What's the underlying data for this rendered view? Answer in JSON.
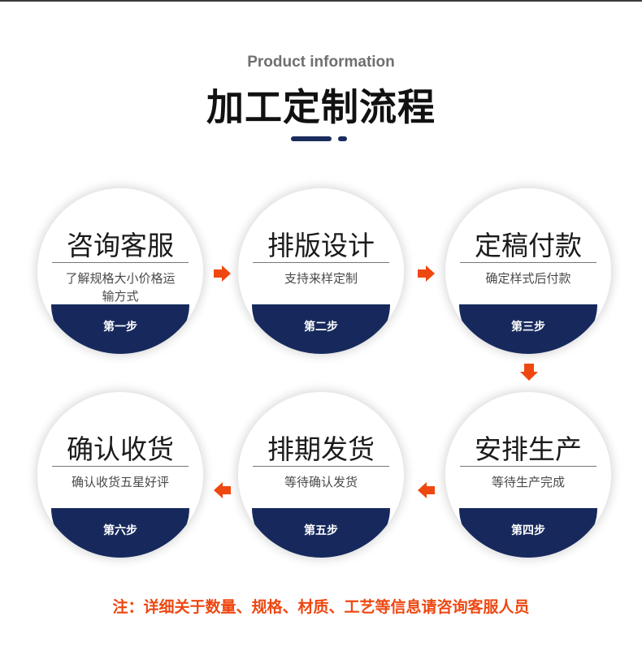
{
  "header": {
    "eyebrow": "Product information",
    "title": "加工定制流程"
  },
  "steps": [
    {
      "title": "咨询客服",
      "desc": "了解规格大小价格运输方式",
      "badge": "第一步"
    },
    {
      "title": "排版设计",
      "desc": "支持来样定制",
      "badge": "第二步"
    },
    {
      "title": "定稿付款",
      "desc": "确定样式后付款",
      "badge": "第三步"
    },
    {
      "title": "安排生产",
      "desc": "等待生产完成",
      "badge": "第四步"
    },
    {
      "title": "排期发货",
      "desc": "等待确认发货",
      "badge": "第五步"
    },
    {
      "title": "确认收货",
      "desc": "确认收货五星好评",
      "badge": "第六步"
    }
  ],
  "note": "注：详细关于数量、规格、材质、工艺等信息请咨询客服人员",
  "colors": {
    "navy": "#17295c",
    "arrow": "#ee4710",
    "note": "#ee4710"
  },
  "icons": {
    "flow_arrow": "arrow-icon"
  }
}
